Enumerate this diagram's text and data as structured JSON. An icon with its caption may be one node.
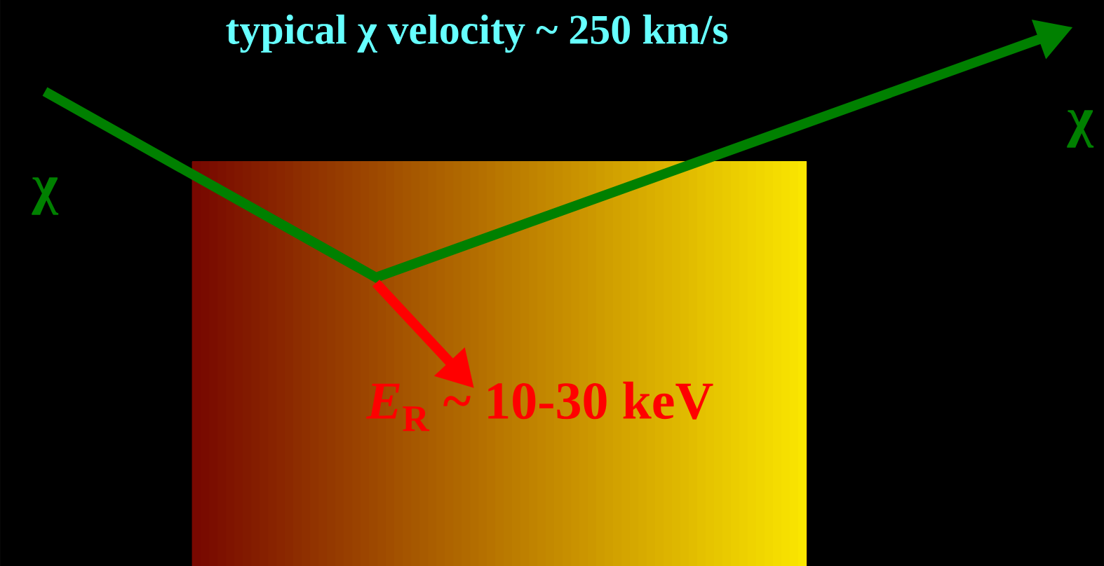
{
  "diagram": {
    "title": "typical χ velocity ~ 250 km/s",
    "nodes": [
      {
        "text": [
          "χ"
        ]
      },
      {
        "text": [],
        "shape": "box"
      },
      {
        "text": [
          "*E*$_{R}$ ~ 10-30 keV"
        ],
        "in": 1
      },
      {
        "text": [
          "χ"
        ]
      }
    ],
    "edges": [
      {
        "from": 0,
        "to": 3,
        "arrow": "to",
        "color": "#008000"
      },
      {
        "from": null,
        "to": 2,
        "arrow": "to",
        "color": "#ff0000"
      }
    ]
  }
}
